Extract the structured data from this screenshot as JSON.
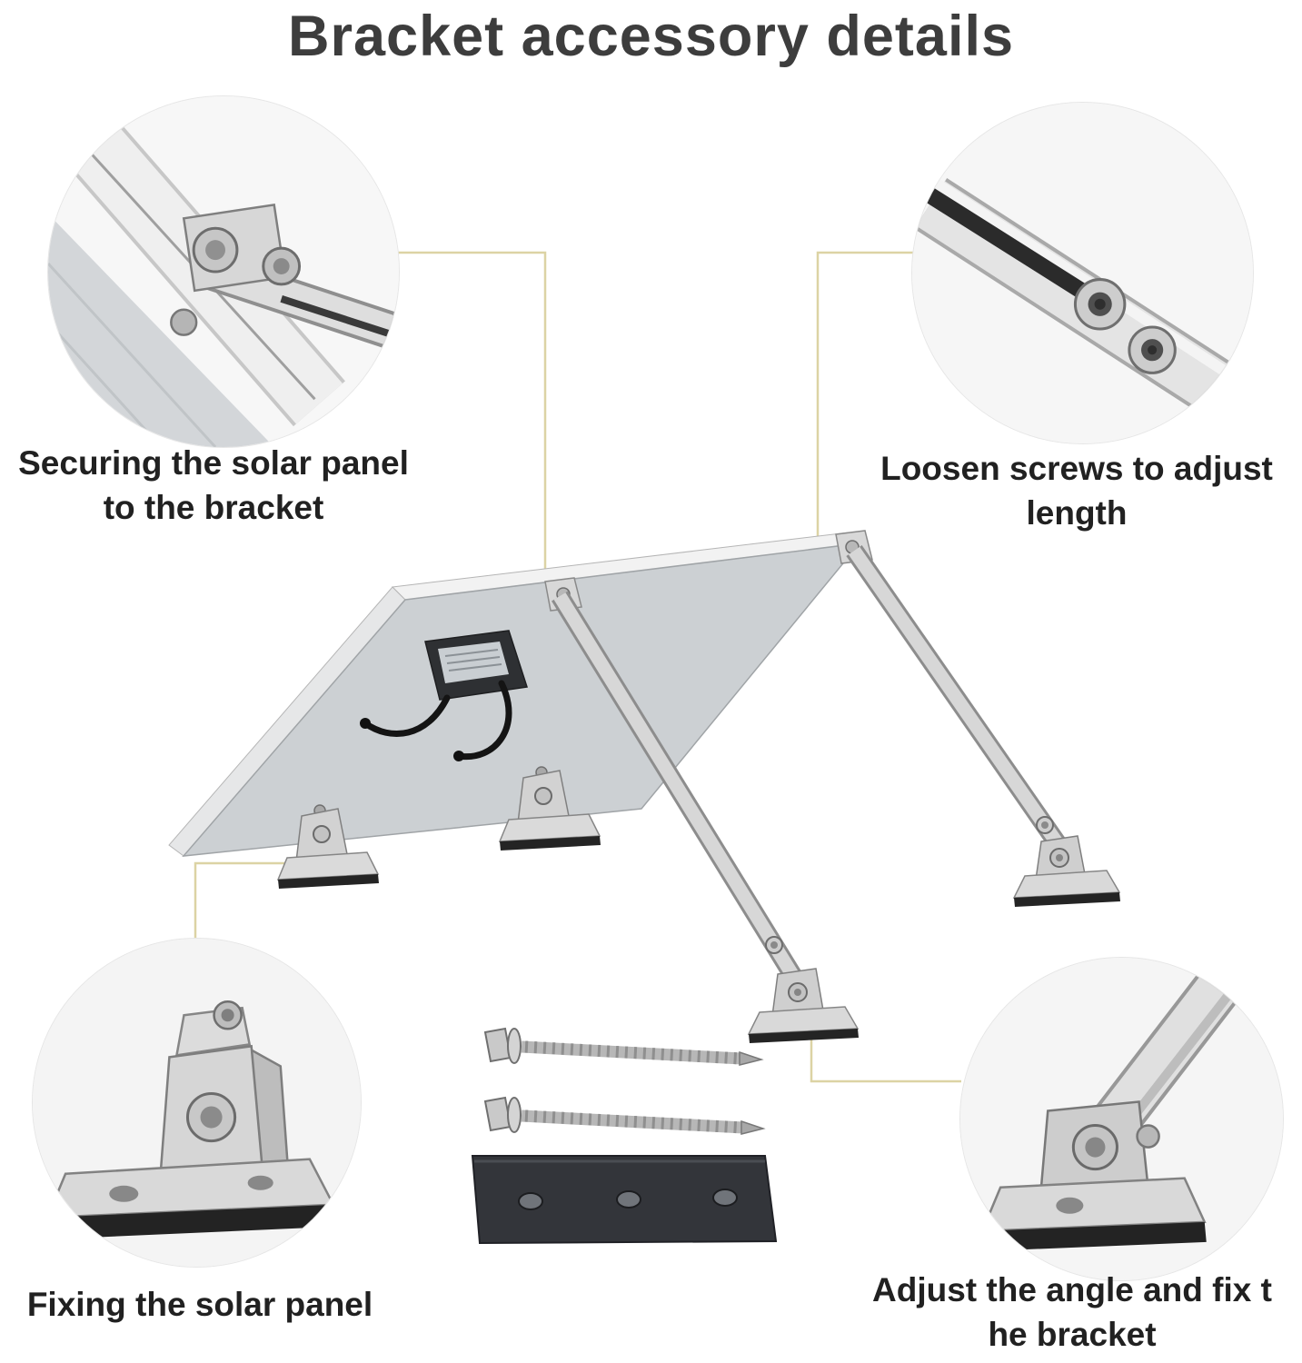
{
  "title": "Bracket accessory details",
  "callouts": {
    "secure": {
      "lines": [
        "Securing the solar panel",
        "to the bracket"
      ]
    },
    "loosen": {
      "lines": [
        "Loosen screws to adjust",
        "length"
      ]
    },
    "fixing": {
      "lines": [
        "Fixing the solar panel"
      ]
    },
    "adjust": {
      "lines": [
        "Adjust the angle and fix t",
        "he bracket"
      ]
    }
  },
  "colors": {
    "connector_line": "#dcd3a4",
    "title_text": "#3d3d3d",
    "caption_text": "#212121",
    "metal_light": "#d7d7d7",
    "metal_dark": "#8d8d8d",
    "plate_dark": "#33353a"
  }
}
